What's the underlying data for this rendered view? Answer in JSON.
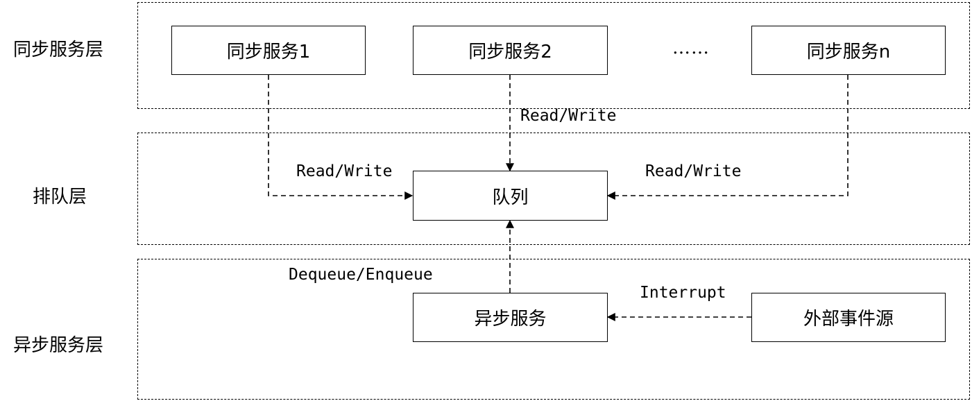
{
  "layers": {
    "sync": {
      "label": "同步服务层"
    },
    "queue": {
      "label": "排队层"
    },
    "async": {
      "label": "异步服务层"
    }
  },
  "nodes": {
    "sync_service_1": "同步服务1",
    "sync_service_2": "同步服务2",
    "ellipsis": "……",
    "sync_service_n": "同步服务n",
    "queue": "队列",
    "async_service": "异步服务",
    "external_event_source": "外部事件源"
  },
  "edges": {
    "sync1_to_queue": "Read/Write",
    "sync2_to_queue": "Read/Write",
    "syncn_to_queue": "Read/Write",
    "async_to_queue": "Dequeue/Enqueue",
    "external_to_async": "Interrupt"
  }
}
